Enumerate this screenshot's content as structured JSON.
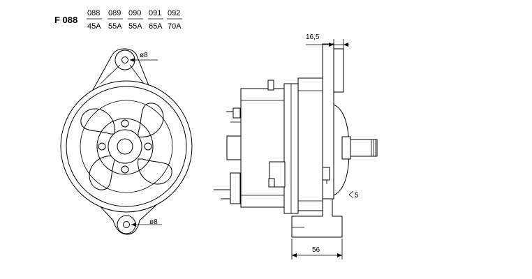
{
  "header": {
    "code": "F 088",
    "variants": [
      {
        "number": "088",
        "current": "45A"
      },
      {
        "number": "089",
        "current": "55A"
      },
      {
        "number": "090",
        "current": "55A"
      },
      {
        "number": "091",
        "current": "65A"
      },
      {
        "number": "092",
        "current": "70A"
      }
    ]
  },
  "dimensions": {
    "top_hole": "ø8",
    "bottom_hole": "ø8",
    "flange_width": "16,5",
    "offset": "5",
    "base_width": "56"
  }
}
